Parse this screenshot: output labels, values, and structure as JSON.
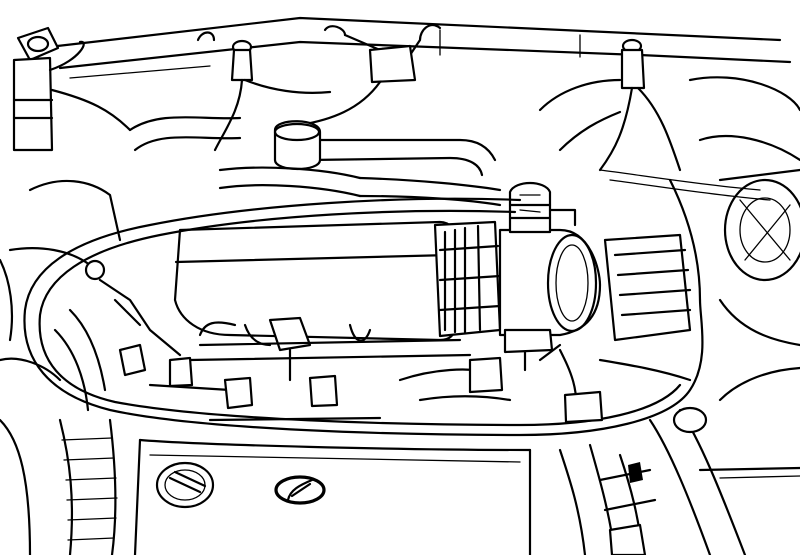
{
  "figure": {
    "kind": "engine-compartment-line-drawing",
    "style": "black-and-white technical line art",
    "colors": {
      "ink": "#000000",
      "paper": "#ffffff"
    },
    "components": [
      {
        "id": "fuel-filter",
        "icon": "cylindrical-canister"
      },
      {
        "id": "fuel-filter-bracket",
        "icon": "clamp"
      },
      {
        "id": "fuel-lines",
        "icon": "hose"
      },
      {
        "id": "top-bulkhead-rail",
        "icon": "rail"
      },
      {
        "id": "sensor-connectors",
        "icon": "connector"
      },
      {
        "id": "throttle-cable",
        "icon": "cable"
      },
      {
        "id": "valve-cover",
        "icon": "engine-cover"
      },
      {
        "id": "oil-filler-cap",
        "icon": "cap"
      },
      {
        "id": "brand-emblem",
        "icon": "hyundai-logo"
      },
      {
        "id": "wiring-harness",
        "icon": "wire-bundle"
      },
      {
        "id": "radiator-hoses",
        "icon": "hose"
      },
      {
        "id": "right-side-components",
        "icon": "engine-parts"
      }
    ]
  }
}
